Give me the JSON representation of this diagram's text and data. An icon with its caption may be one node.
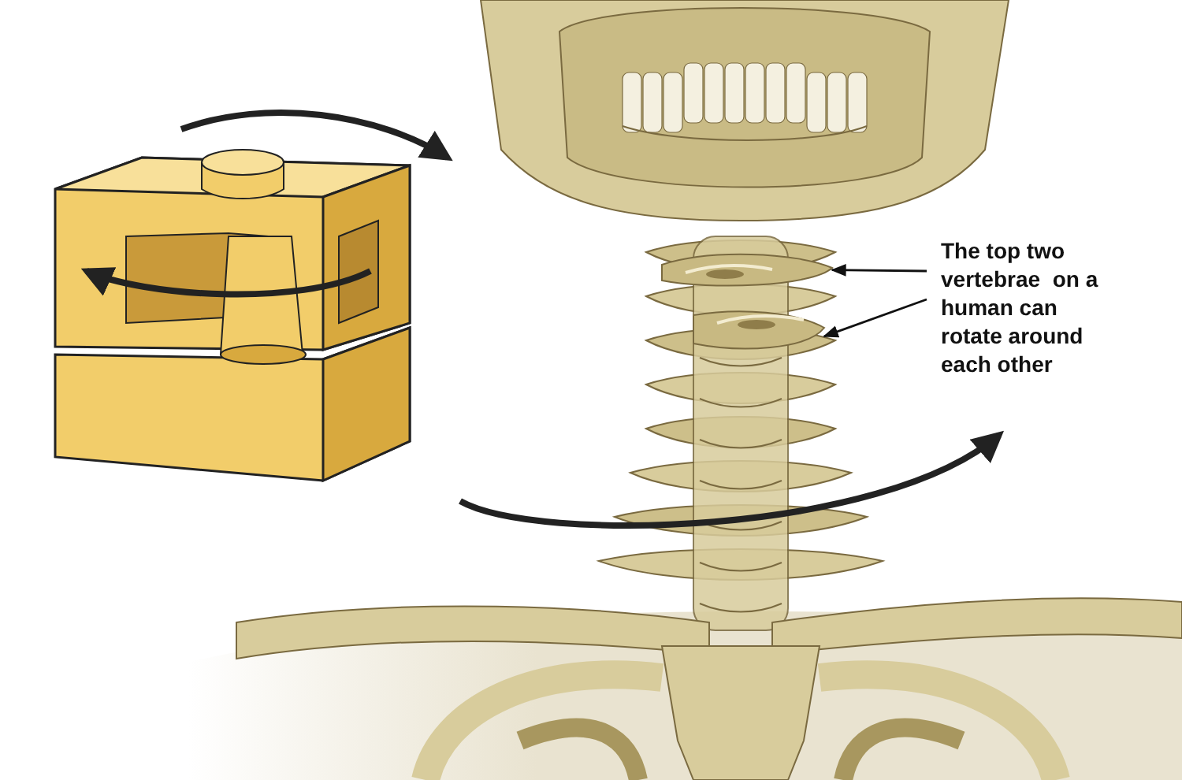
{
  "diagram": {
    "nodes": [
      {
        "text": [
          "The top two vertebrae  on a human can rotate around each other"
        ]
      },
      {
        "text": [],
        "shape": "picture"
      },
      {
        "text": [],
        "shape": "picture"
      }
    ],
    "edges": [
      {
        "from": 0,
        "to": 1,
        "arrow": "to"
      },
      {
        "from": 0,
        "to": 2,
        "arrow": "to"
      }
    ]
  }
}
